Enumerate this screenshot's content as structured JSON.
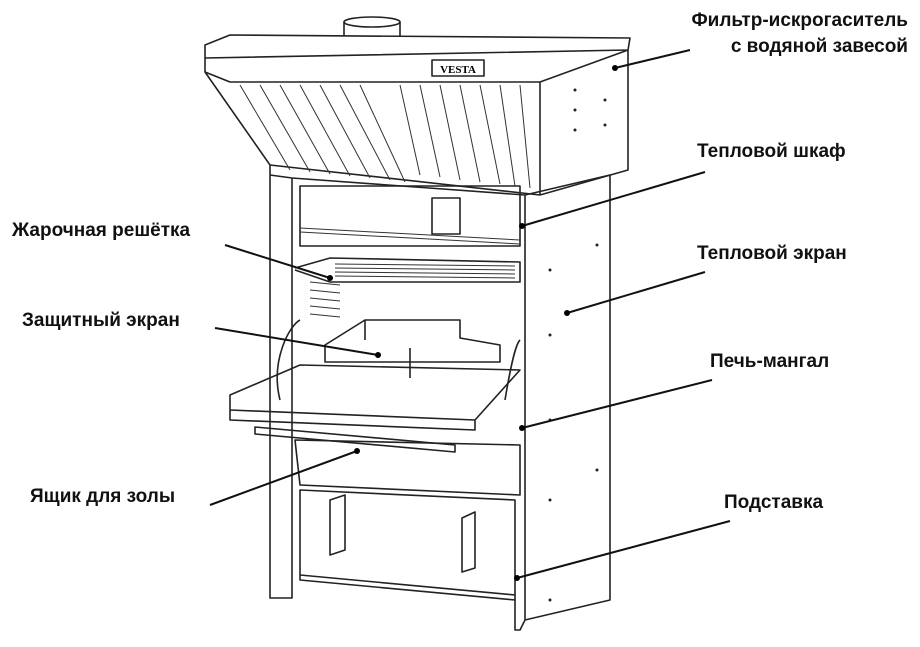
{
  "brand": "VESTA",
  "labels": {
    "filter_line1": "Фильтр-искрогаситель",
    "filter_line2": "с водяной завесой",
    "heat_cabinet": "Тепловой шкаф",
    "heat_screen": "Тепловой экран",
    "oven_grill": "Печь-мангал",
    "stand": "Подставка",
    "grill_grate": "Жарочная решётка",
    "protective_screen": "Защитный экран",
    "ash_box": "Ящик для золы"
  }
}
